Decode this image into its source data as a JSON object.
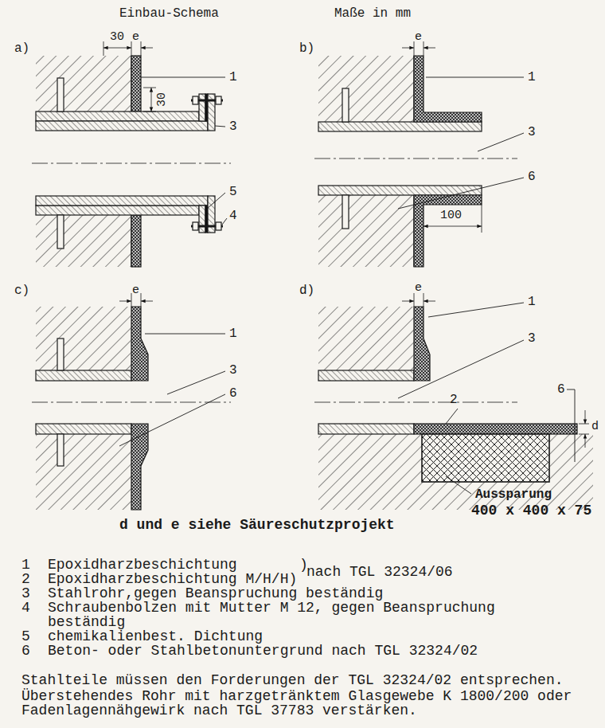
{
  "diagram": {
    "title": "Einbau-Schema",
    "labels": [
      "Maße in mm",
      "a)",
      "30",
      "e",
      "30",
      "1",
      "3",
      "5",
      "4",
      "b)",
      "e",
      "1",
      "3",
      "6",
      "100",
      "c)",
      "e",
      "1",
      "3",
      "6",
      "d)",
      "e",
      "1",
      "3",
      "2",
      "6",
      "d",
      "Aussparung",
      "400 x 400 x 75",
      "d und e siehe Säureschutzprojekt",
      "1",
      "Epoxidharzbeschichtung",
      ")",
      "2",
      "Epoxidharzbeschichtung M/H/H)",
      "nach TGL 32324/06",
      "3",
      "Stahlrohr,gegen Beanspruchung beständig",
      "4",
      "Schraubenbolzen mit Mutter M 12, gegen Beanspruchung beständig",
      "5",
      "chemikalienbest. Dichtung",
      "6",
      "Beton- oder Stahlbetonuntergrund nach TGL 32324/02",
      "Stahlteile müssen den Forderungen der TGL 32324/02 entsprechen.",
      "Überstehendes Rohr mit harzgetränktem Glasgewebe K 1800/200 oder Fadenlagennähgewirk nach TGL 37783 verstärken."
    ]
  }
}
